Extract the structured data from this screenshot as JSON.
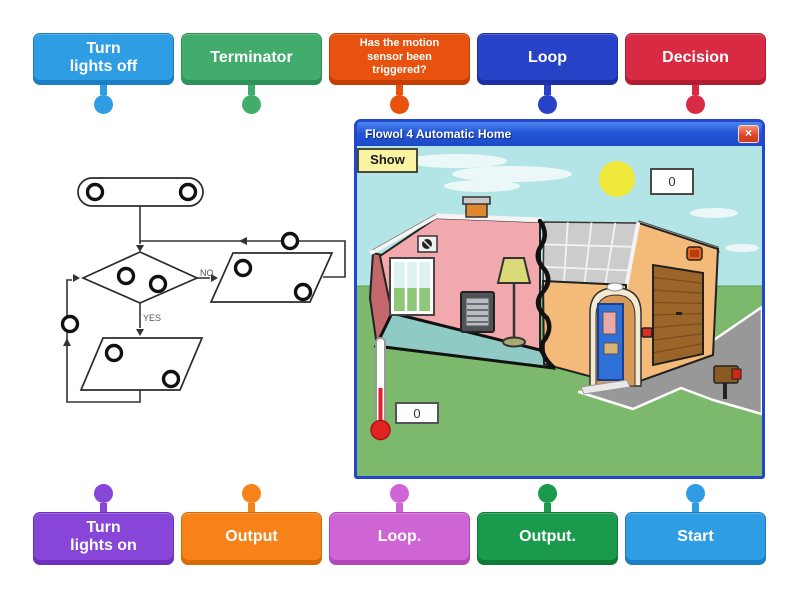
{
  "cards_top": [
    {
      "label": "Turn\nlights off",
      "colors": {
        "bg": "#2f9de3",
        "dark": "#1b7dc4"
      }
    },
    {
      "label": "Terminator",
      "colors": {
        "bg": "#41ac6b",
        "dark": "#2f9157"
      }
    },
    {
      "label": "Has the motion\nsensor been\ntriggered?",
      "colors": {
        "bg": "#e8510e",
        "dark": "#c43d04"
      }
    },
    {
      "label": "Loop",
      "colors": {
        "bg": "#2742c6",
        "dark": "#1b2fa6"
      }
    },
    {
      "label": "Decision",
      "colors": {
        "bg": "#d92a44",
        "dark": "#b41c34"
      }
    }
  ],
  "cards_bottom": [
    {
      "label": "Turn\nlights on",
      "colors": {
        "bg": "#8746d8",
        "dark": "#7030bb"
      }
    },
    {
      "label": "Output",
      "colors": {
        "bg": "#f78219",
        "dark": "#d86a05"
      }
    },
    {
      "label": "Loop.",
      "colors": {
        "bg": "#cf64d4",
        "dark": "#b348b8"
      }
    },
    {
      "label": "Output.",
      "colors": {
        "bg": "#1a9a4c",
        "dark": "#0f7a3a"
      }
    },
    {
      "label": "Start",
      "colors": {
        "bg": "#2f9de3",
        "dark": "#1b7dc4"
      }
    }
  ],
  "flowchart": {
    "no_label": "NO",
    "yes_label": "YES"
  },
  "window": {
    "title": "Flowol 4 Automatic Home",
    "close_label": "×",
    "show_button": "Show",
    "sun_value": "0",
    "temp_value": "0"
  },
  "palette": {
    "sky": "#b4e5e6",
    "grass": "#7cb96c",
    "sun": "#f0e83a",
    "road": "#989898",
    "roof": "#cccccc",
    "wall_exterior": "#f3ba7a",
    "wall_interior": "#f2a9ae",
    "wall_cut": "#c4686c",
    "floor": "#8fcac5",
    "garage_door": "#9b6529",
    "front_door": "#2f6fd8",
    "thermometer_red": "#e02222",
    "title_bar": "#2456d6",
    "window_border": "#2247cc",
    "show_button_bg": "#f8f4a2"
  }
}
